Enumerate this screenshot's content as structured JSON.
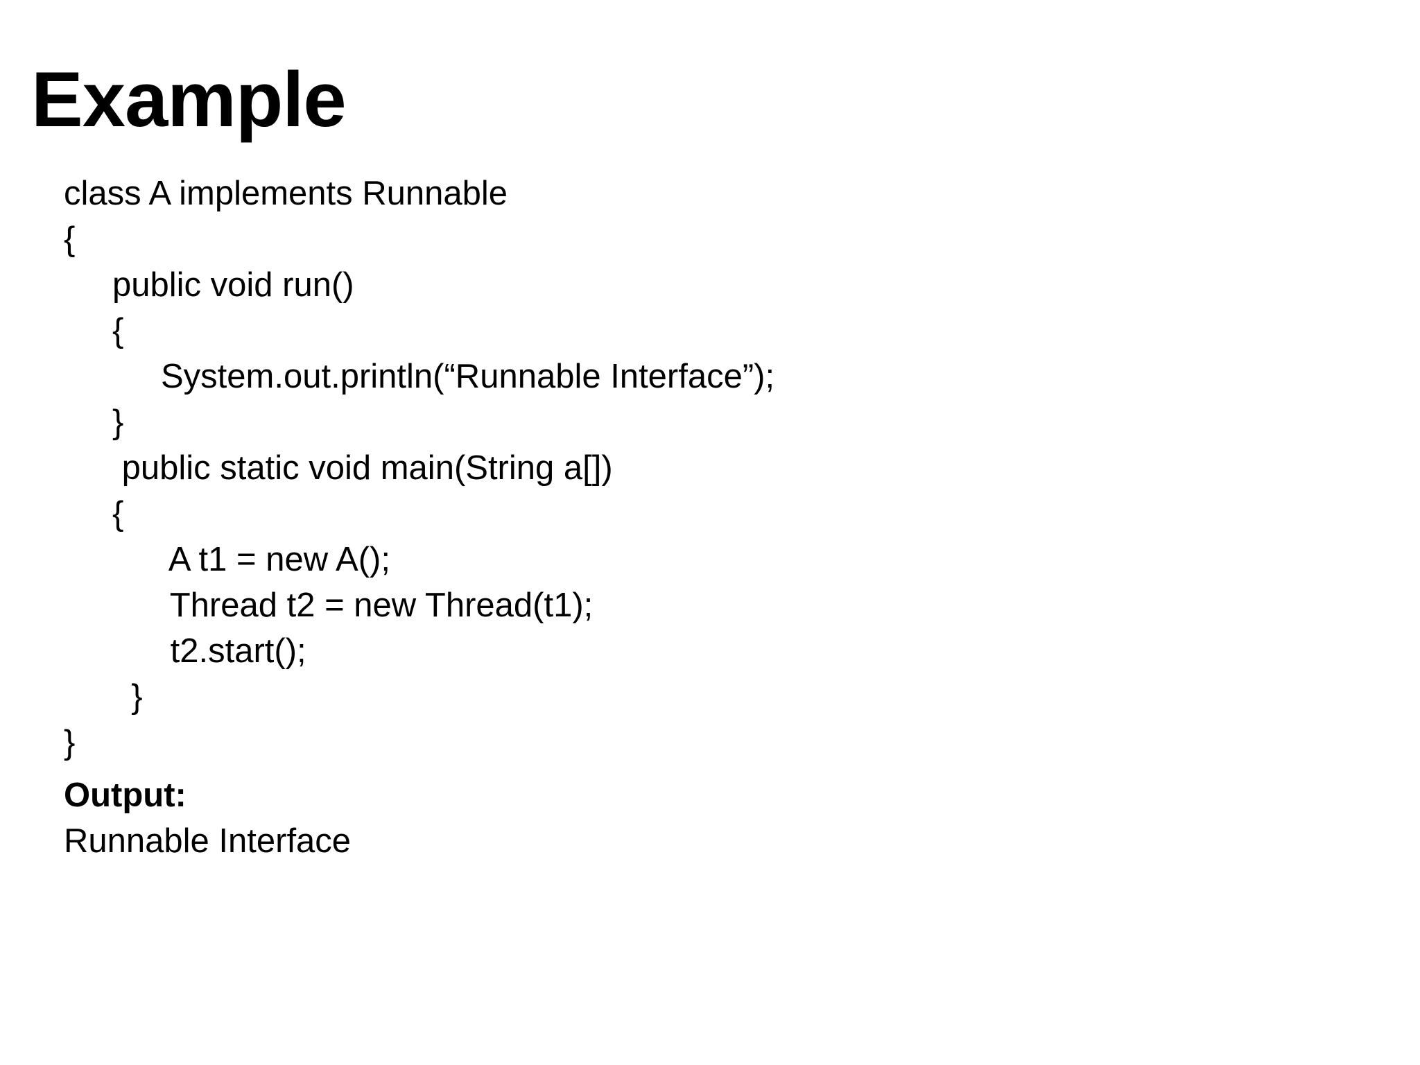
{
  "slide": {
    "title": "Example",
    "background_color": "#FFFFFF",
    "text_color": "#000000"
  },
  "code": {
    "language": "Java",
    "lines": [
      {
        "indent": 0,
        "text": "class A implements Runnable",
        "bold": false
      },
      {
        "indent": 0,
        "text": "{",
        "bold": false
      },
      {
        "indent": 1,
        "text": "public void run()",
        "bold": false
      },
      {
        "indent": 1,
        "text": "{",
        "bold": false
      },
      {
        "indent": 2,
        "text": "System.out.println(“Runnable Interface”);",
        "bold": false
      },
      {
        "indent": 1,
        "text": "}",
        "bold": false
      },
      {
        "indent": 1,
        "text": " public static void main(String a[])",
        "bold": false
      },
      {
        "indent": 1,
        "text": "{",
        "bold": false
      },
      {
        "indent": 2,
        "text": " A t1 = new A();",
        "bold": false
      },
      {
        "indent": 2,
        "text": " Thread t2 = new Thread(t1);",
        "bold": false
      },
      {
        "indent": 2,
        "text": " t2.start();",
        "bold": false
      },
      {
        "indent": 1,
        "text": "  }",
        "bold": false
      },
      {
        "indent": 0,
        "text": "}",
        "bold": false
      }
    ]
  },
  "output": {
    "label": "Output:",
    "value": "Runnable Interface"
  }
}
